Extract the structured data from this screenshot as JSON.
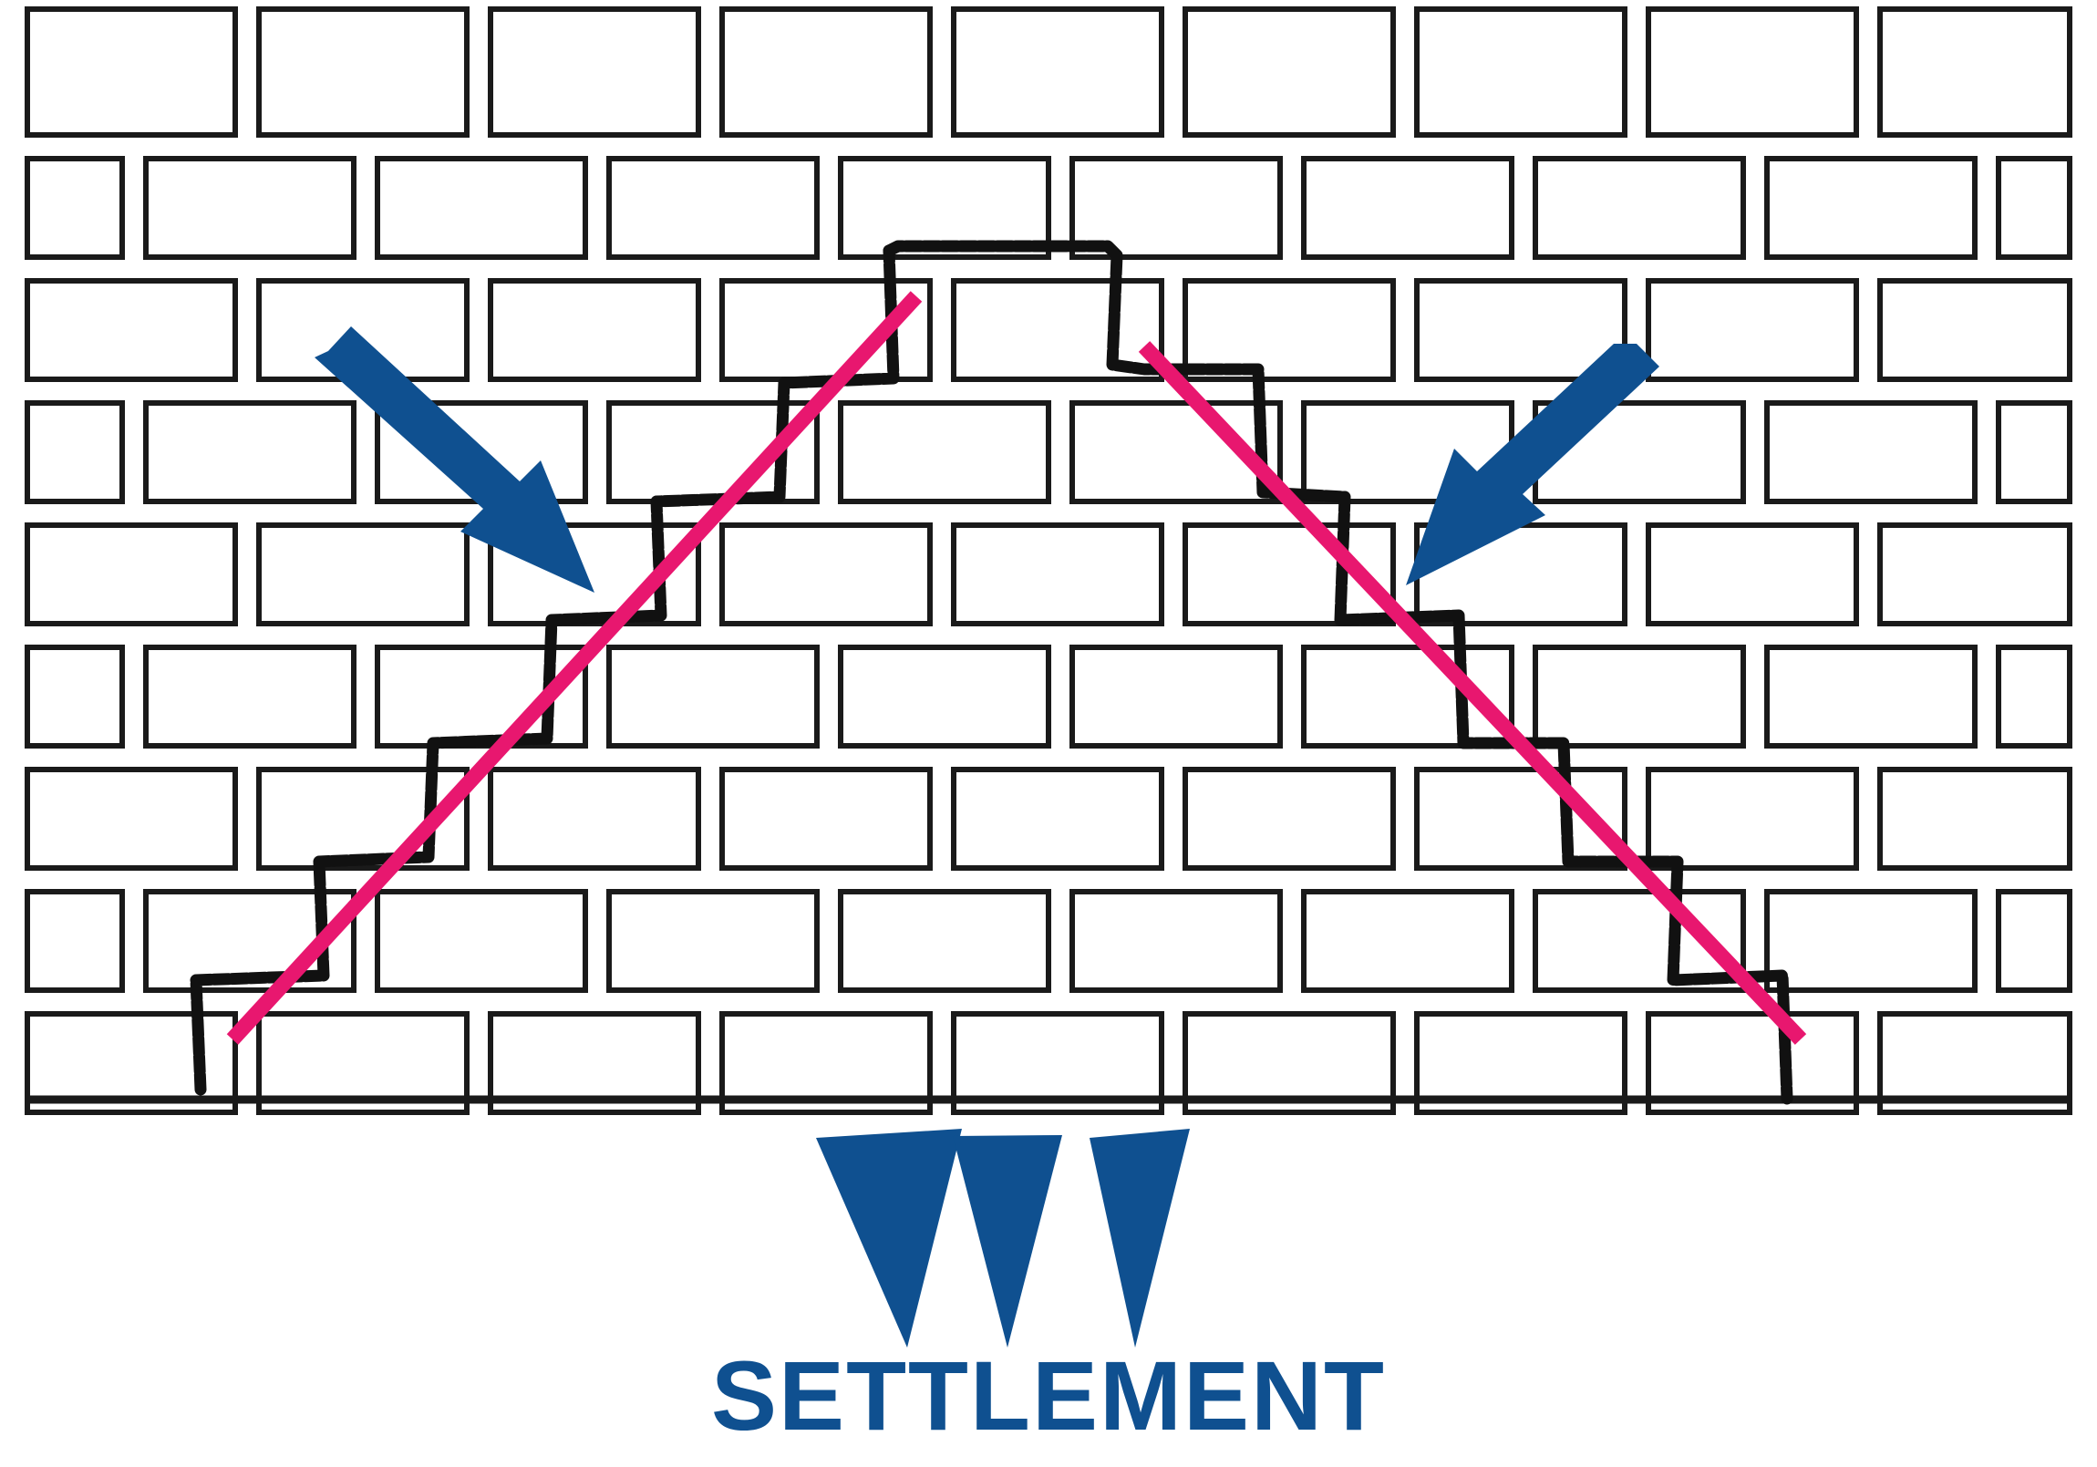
{
  "diagram": {
    "caption": "SETTLEMENT",
    "colors": {
      "background": "#ffffff",
      "mortar_outline": "#1a1a1a",
      "crack": "#111111",
      "trend_line": "#e8176f",
      "arrow": "#0f5090"
    },
    "elements": {
      "brick_wall": "brick-wall",
      "cracks": [
        "stepped-crack-left",
        "stepped-crack-right"
      ],
      "trend_lines": [
        "diagonal-line-left",
        "diagonal-line-right"
      ],
      "force_arrows": [
        "arrow-down-right",
        "arrow-down-left"
      ],
      "settlement_markers": [
        "settlement-triangle",
        "settlement-triangle",
        "settlement-triangle"
      ]
    }
  }
}
